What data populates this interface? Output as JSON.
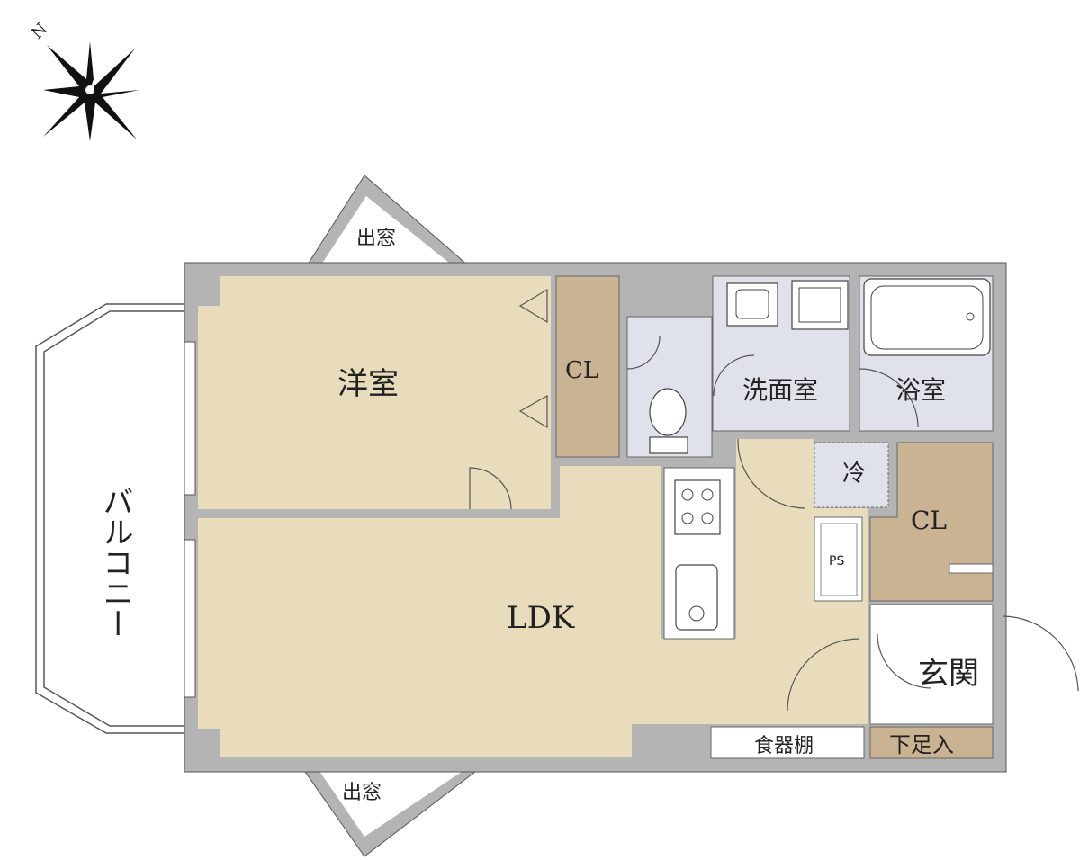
{
  "compass": {
    "north_label": "N",
    "icon": "compass-rose-icon"
  },
  "rooms": {
    "western_room": "洋室",
    "closet_1": "CL",
    "ldk": "LDK",
    "washroom": "洗面室",
    "bathroom": "浴室",
    "fridge": "冷",
    "closet_2": "CL",
    "pipe_space": "PS",
    "entrance": "玄関",
    "shoe_box": "下足入",
    "cupboard": "食器棚",
    "balcony": "バルコニー",
    "bay_window_top": "出窓",
    "bay_window_bottom": "出窓"
  },
  "colors": {
    "wall": "#b4b4b4",
    "room_beige": "#e8dcbc",
    "closet_brown": "#c9b392",
    "wet_area": "#dfe2ea",
    "outline": "#444444"
  }
}
